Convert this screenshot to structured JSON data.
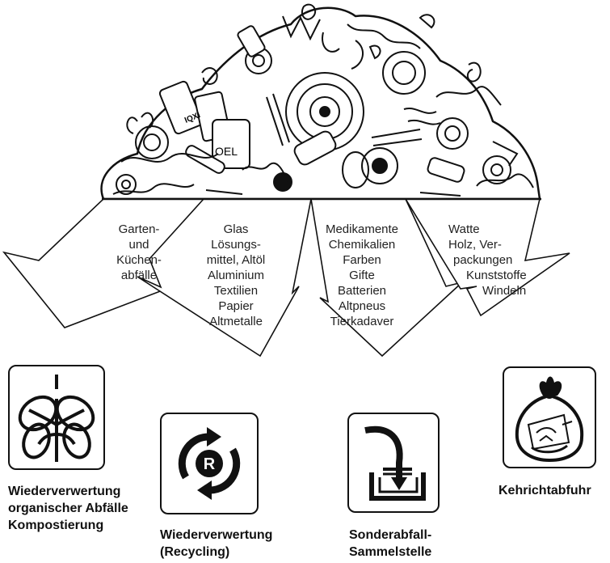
{
  "heap": {
    "label_1": "IQXI",
    "label_2": "OEL"
  },
  "arrows": [
    {
      "lines": [
        "Garten-",
        "und",
        "Küchen-",
        "abfälle"
      ]
    },
    {
      "lines": [
        "Glas",
        "Lösungs-",
        "mittel, Altöl",
        "Aluminium",
        "Textilien",
        "Papier",
        "Altmetalle"
      ]
    },
    {
      "lines": [
        "Medikamente",
        "Chemikalien",
        "Farben",
        "Gifte",
        "Batterien",
        "Altpneus",
        "Tierkadaver"
      ]
    },
    {
      "lines": [
        "Watte",
        "Holz, Ver-",
        "packungen",
        "Kunststoffe",
        "Windeln"
      ]
    }
  ],
  "destinations": [
    {
      "icon": "compost-leaves-icon",
      "lines": [
        "Wiederverwertung",
        "organischer Abfälle",
        "Kompostierung"
      ]
    },
    {
      "icon": "recycling-icon",
      "badge": "R",
      "lines": [
        "Wiederverwertung",
        "(Recycling)"
      ]
    },
    {
      "icon": "hazardous-collection-icon",
      "lines": [
        "Sonderabfall-",
        "Sammelstelle"
      ]
    },
    {
      "icon": "garbage-bag-icon",
      "lines": [
        "Kehrichtabfuhr"
      ]
    }
  ]
}
